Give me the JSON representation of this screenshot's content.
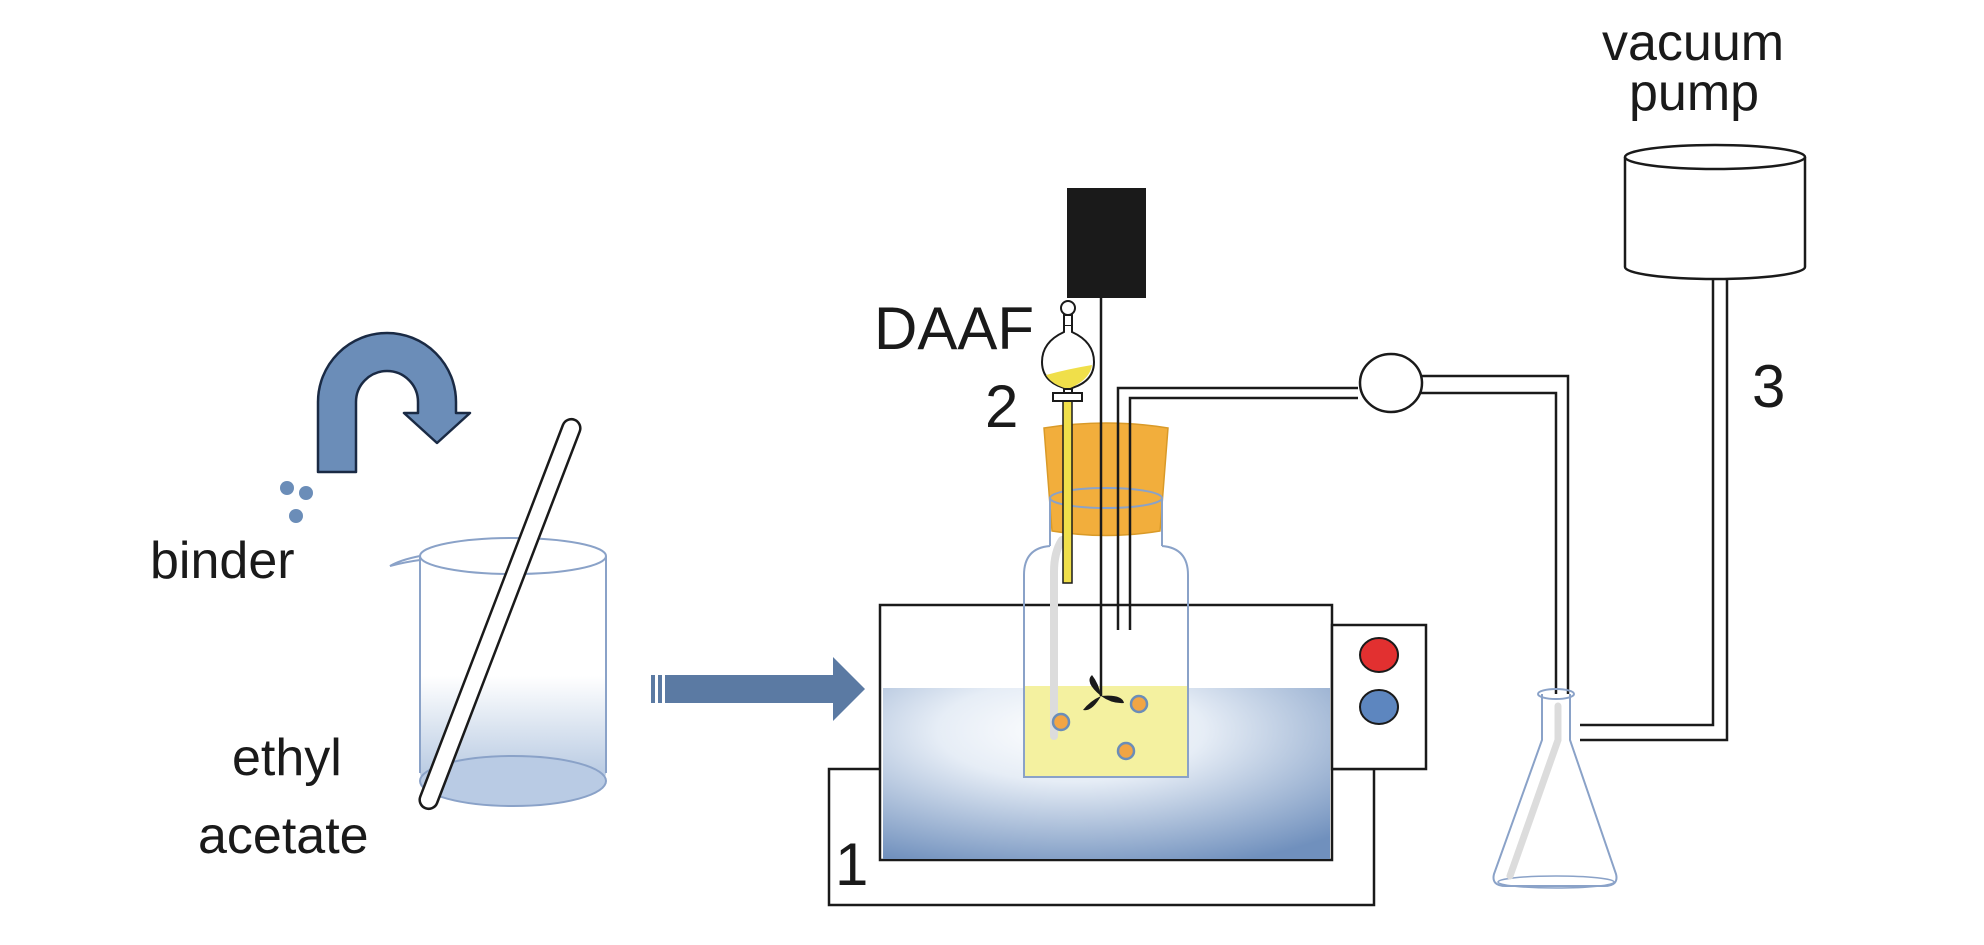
{
  "labels": {
    "binder": "binder",
    "ethyl": "ethyl",
    "acetate": "acetate",
    "daaf": "DAAF",
    "vacuum": "vacuum",
    "pump": "pump",
    "num1": "1",
    "num2": "2",
    "num3": "3"
  },
  "colors": {
    "arrow_blue": "#6b8db8",
    "arrow_dark_blue": "#5b7aa3",
    "cork_orange": "#f2ae3c",
    "solution_yellow": "#f4f1a0",
    "bath_blue": "#8fa9cc",
    "indicator_red": "#e23030",
    "indicator_blue": "#5d86bf",
    "motor_black": "#1a1a1a"
  }
}
